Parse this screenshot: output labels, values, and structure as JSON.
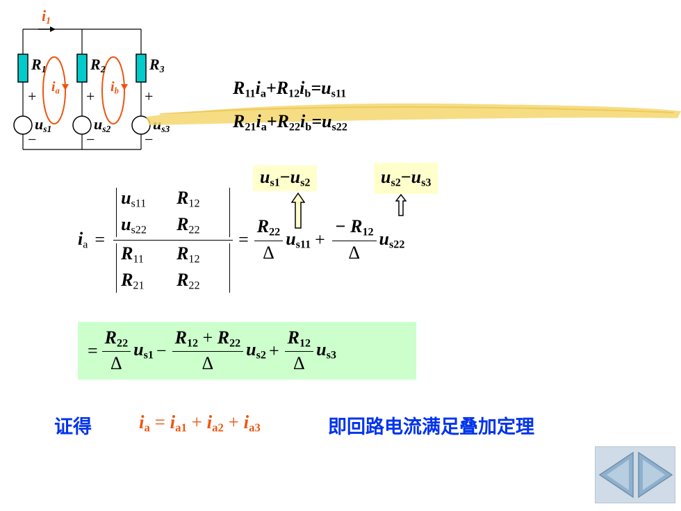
{
  "circuit": {
    "current_i1": "i",
    "current_i1_sub": "1",
    "resistors": [
      {
        "label": "R",
        "sub": "1"
      },
      {
        "label": "R",
        "sub": "2"
      },
      {
        "label": "R",
        "sub": "3"
      }
    ],
    "loop_a": {
      "label": "i",
      "sub": "a"
    },
    "loop_b": {
      "label": "i",
      "sub": "b"
    },
    "sources": [
      {
        "label": "u",
        "sub": "s1"
      },
      {
        "label": "u",
        "sub": "s2"
      },
      {
        "label": "u",
        "sub": "s3"
      }
    ],
    "plus": "+",
    "minus": "−"
  },
  "equations": {
    "eq1": {
      "parts": [
        "R",
        "11",
        "i",
        "a",
        "+R",
        "12",
        "i",
        "b",
        "=u",
        "s11"
      ]
    },
    "eq2": {
      "parts": [
        "R",
        "21",
        "i",
        "a",
        "+R",
        "22",
        "i",
        "b",
        "=u",
        "s22"
      ]
    }
  },
  "callouts": {
    "left": {
      "a": "u",
      "a_sub": "s1",
      "op": "−",
      "b": "u",
      "b_sub": "s2"
    },
    "right": {
      "a": "u",
      "a_sub": "s2",
      "op": "−",
      "b": "u",
      "b_sub": "s3"
    }
  },
  "determinant": {
    "lhs": "i",
    "lhs_sub": "a",
    "eq": "=",
    "num": [
      [
        "u",
        "s11",
        "R",
        "12"
      ],
      [
        "u",
        "s22",
        "R",
        "22"
      ]
    ],
    "den": [
      [
        "R",
        "11",
        "R",
        "12"
      ],
      [
        "R",
        "21",
        "R",
        "22"
      ]
    ],
    "eq2": "=",
    "t1_num": "R",
    "t1_num_sub": "22",
    "t1_den": "Δ",
    "t1_u": "u",
    "t1_u_sub": "s11",
    "plus": "+",
    "t2_num": "− R",
    "t2_num_sub": "12",
    "t2_den": "Δ",
    "t2_u": "u",
    "t2_u_sub": "s22"
  },
  "result": {
    "eq": "=",
    "t1_num": "R",
    "t1_num_sub": "22",
    "t1_den": "Δ",
    "t1_u": "u",
    "t1_u_sub": "s1",
    "minus": "−",
    "t2_num_a": "R",
    "t2_num_a_sub": "12",
    "t2_num_plus": "+",
    "t2_num_b": "R",
    "t2_num_b_sub": "22",
    "t2_den": "Δ",
    "t2_u": "u",
    "t2_u_sub": "s2",
    "plus": "+",
    "t3_num": "R",
    "t3_num_sub": "12",
    "t3_den": "Δ",
    "t3_u": "u",
    "t3_u_sub": "s3"
  },
  "conclusion": {
    "prefix": "证得",
    "formula": {
      "lhs": "i",
      "lhs_sub": "a",
      "eq": " = ",
      "a": "i",
      "a_sub": "a1",
      "p1": " + ",
      "b": "i",
      "b_sub": "a2",
      "p2": " + ",
      "c": "i",
      "c_sub": "a3"
    },
    "suffix": "即回路电流满足叠加定理"
  },
  "colors": {
    "orange": "#ee5511",
    "cyan": "#00cccc",
    "blue": "#0033ee",
    "green_hl": "#ccffcc",
    "yellow_hl": "#ffffcc",
    "brush": "#f5d76e"
  },
  "nav": {
    "prev_icon": "prev-arrow-icon",
    "next_icon": "next-arrow-icon"
  }
}
